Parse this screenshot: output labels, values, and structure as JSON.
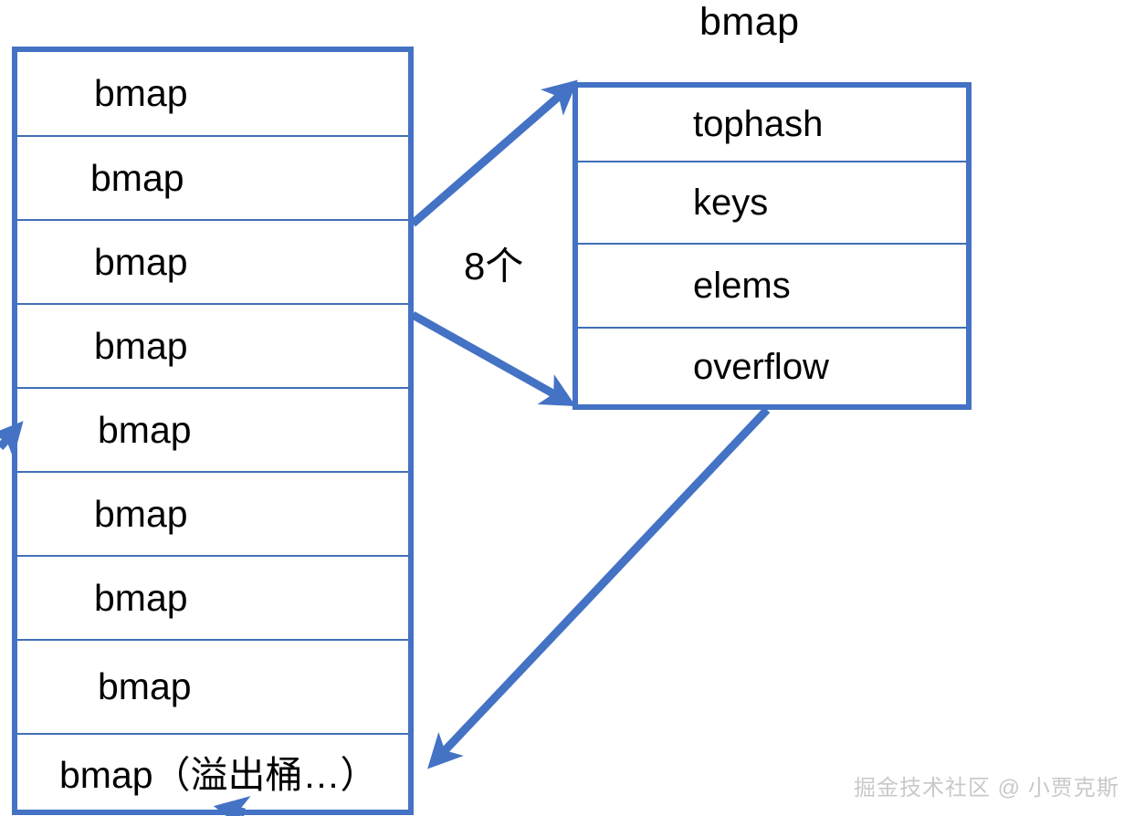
{
  "diagram": {
    "title_right": "bmap",
    "accent_color": "#4472C4",
    "divider_color": "#3F6FB5",
    "text_color": "#000000",
    "background": "#ffffff"
  },
  "bucket_array": {
    "name": "buckets-array",
    "rows": [
      {
        "label": "bmap"
      },
      {
        "label": "bmap"
      },
      {
        "label": "bmap"
      },
      {
        "label": "bmap"
      },
      {
        "label": "bmap"
      },
      {
        "label": "bmap"
      },
      {
        "label": "bmap"
      },
      {
        "label": "bmap"
      },
      {
        "label": "bmap（溢出桶…）"
      }
    ]
  },
  "bmap_struct": {
    "title": "bmap",
    "fields": [
      {
        "label": "tophash"
      },
      {
        "label": "keys"
      },
      {
        "label": "elems"
      },
      {
        "label": "overflow"
      }
    ]
  },
  "annotations": {
    "count_label": "8个"
  },
  "watermark": {
    "text": "掘金技术社区 @ 小贾克斯"
  }
}
